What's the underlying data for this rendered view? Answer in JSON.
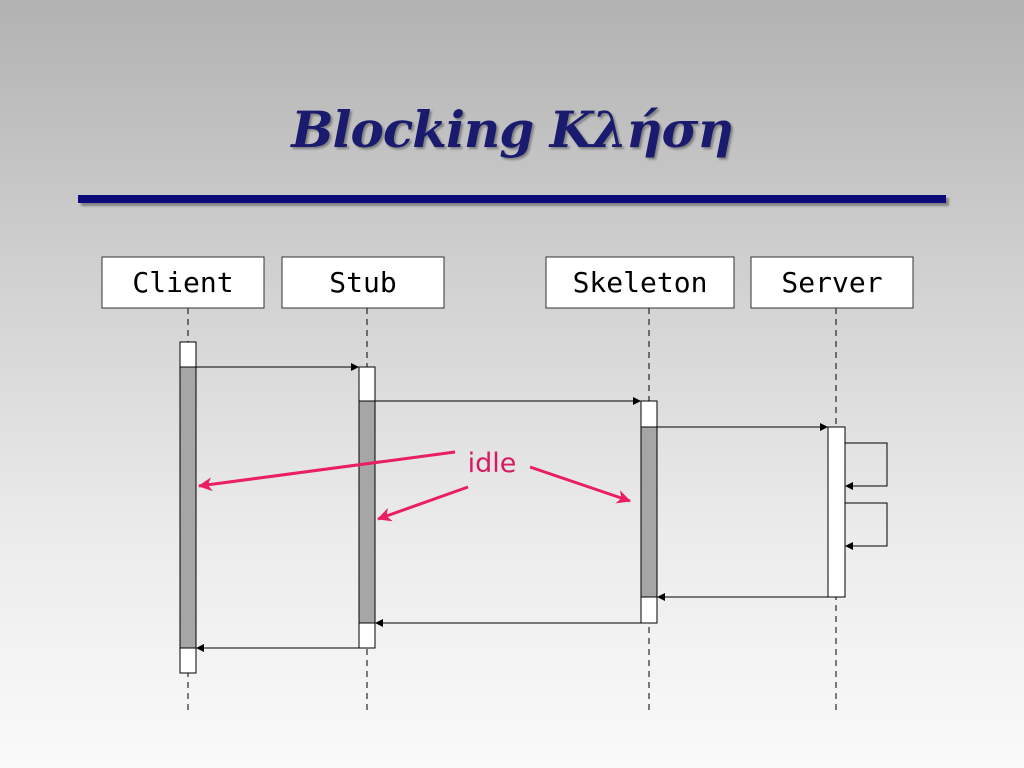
{
  "slide": {
    "title": "Blocking Κλήση"
  },
  "participants": [
    {
      "label": "Client"
    },
    {
      "label": "Stub"
    },
    {
      "label": "Skeleton"
    },
    {
      "label": "Server"
    }
  ],
  "annotation": {
    "label": "idle",
    "color": "#d81b60"
  },
  "colors": {
    "title": "#1a1a6e",
    "rule": "#0b0b7a",
    "blocked_bar": "#a6a6a6"
  }
}
